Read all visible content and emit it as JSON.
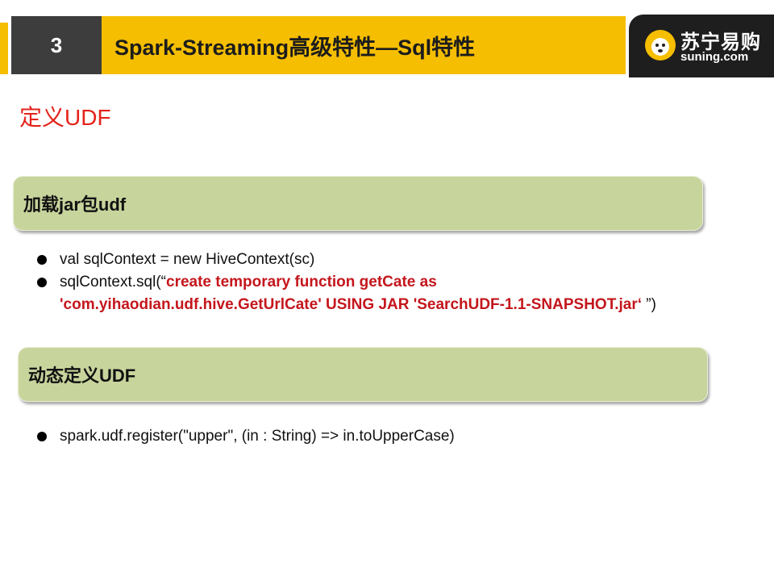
{
  "header": {
    "number": "3",
    "title": "Spark-Streaming高级特性—Sql特性",
    "logo": {
      "cn": "苏宁易购",
      "en": "suning.com"
    }
  },
  "section_title": "定义UDF",
  "panel1": {
    "title": "加载jar包udf",
    "bullets": {
      "b1": "val sqlContext  = new HiveContext(sc)",
      "b2_prefix": "sqlContext.sql(“",
      "b2_red_line1": "create temporary function getCate as",
      "b2_red_line2": "'com.yihaodian.udf.hive.GetUrlCate' USING JAR 'SearchUDF-1.1-SNAPSHOT.jar‘ ",
      "b2_suffix": "”)"
    }
  },
  "panel2": {
    "title": "动态定义UDF",
    "bullets": {
      "b1": "spark.udf.register(\"upper\", (in : String) => in.toUpperCase)"
    }
  },
  "colors": {
    "accent_yellow": "#f5be00",
    "dark_box": "#3d3d3d",
    "panel_green": "#c7d49c",
    "red_text": "#e4231b",
    "logo_bg": "#1e1e1e"
  }
}
